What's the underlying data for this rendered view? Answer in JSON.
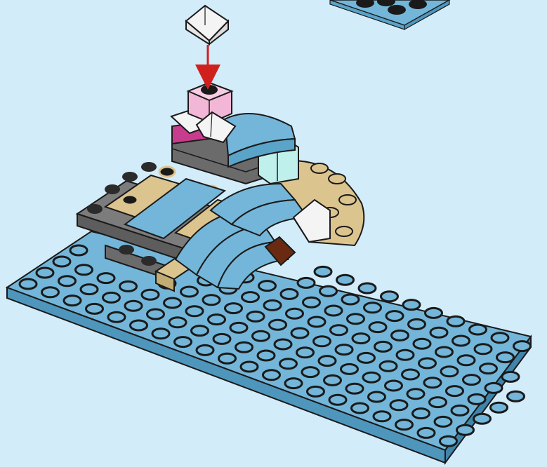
{
  "page": {
    "background": "#d3ecfa",
    "kind": "LEGO building instruction step"
  },
  "colors": {
    "baseplate": "#73b6d9",
    "baseplate_side": "#4f96bd",
    "tan": "#dcc48e",
    "gray": "#7c7c7c",
    "gray_dark": "#5d5d5d",
    "pink_trans": "#f2b6d6",
    "magenta": "#c83c8e",
    "clear": "#f4f4f4",
    "trans_aqua": "#bff0ec",
    "brown": "#6a2a12",
    "arrow": "#d0201e",
    "outline": "#1a1a1a"
  },
  "icons": {
    "new_part": "clear-slope-brick-icon",
    "arrow": "down-arrow-icon"
  },
  "parts": [
    "clear-slope-brick",
    "trans-pink-brick",
    "light-blue-baseplate",
    "light-blue-curved-slopes",
    "tan-quarter-round-plate",
    "dark-gray-plates",
    "brown-tile"
  ]
}
